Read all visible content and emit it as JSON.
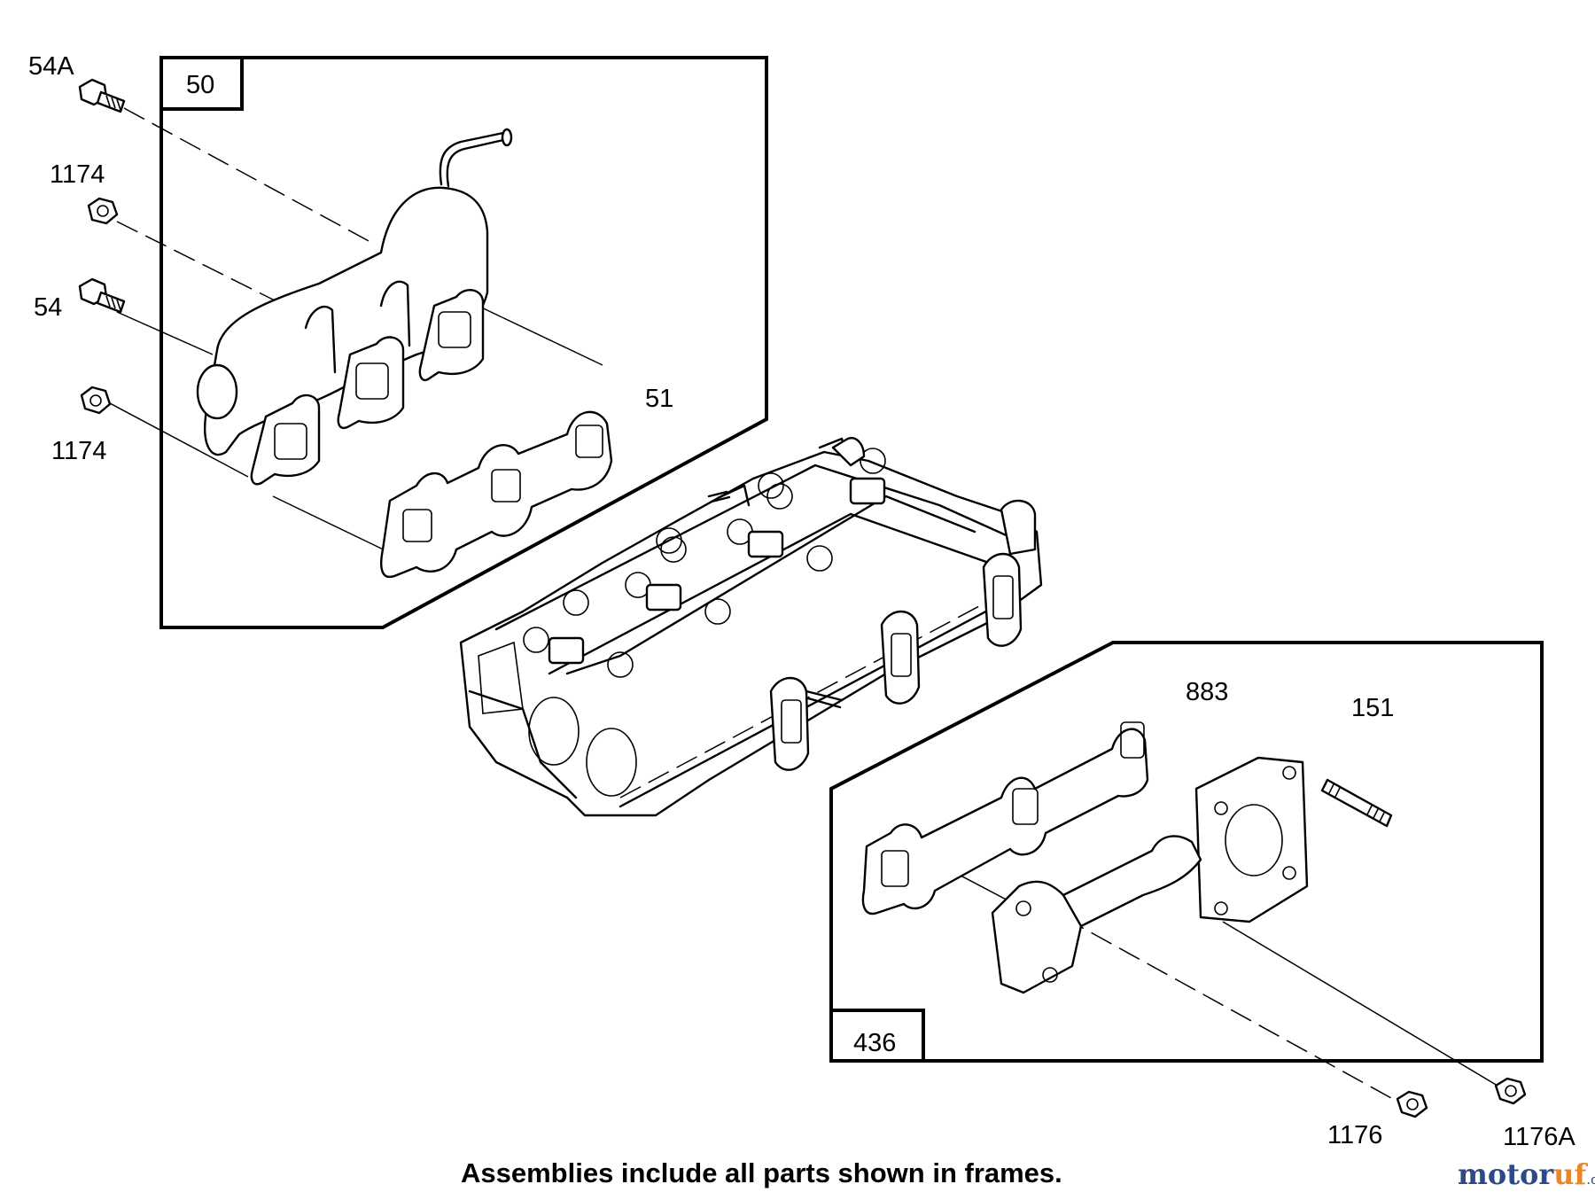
{
  "callouts": {
    "c54a": "54A",
    "c50": "50",
    "c1174_top": "1174",
    "c54": "54",
    "c51": "51",
    "c1174_bottom": "1174",
    "c883": "883",
    "c151": "151",
    "c436": "436",
    "c1176": "1176",
    "c1176a": "1176A"
  },
  "footer": "Assemblies include all parts shown in frames.",
  "watermark": {
    "part1": "motor",
    "part2": "uf",
    "part3": ".de",
    "colors": {
      "primary": "#2e4a86",
      "accent": "#e8872a"
    }
  }
}
